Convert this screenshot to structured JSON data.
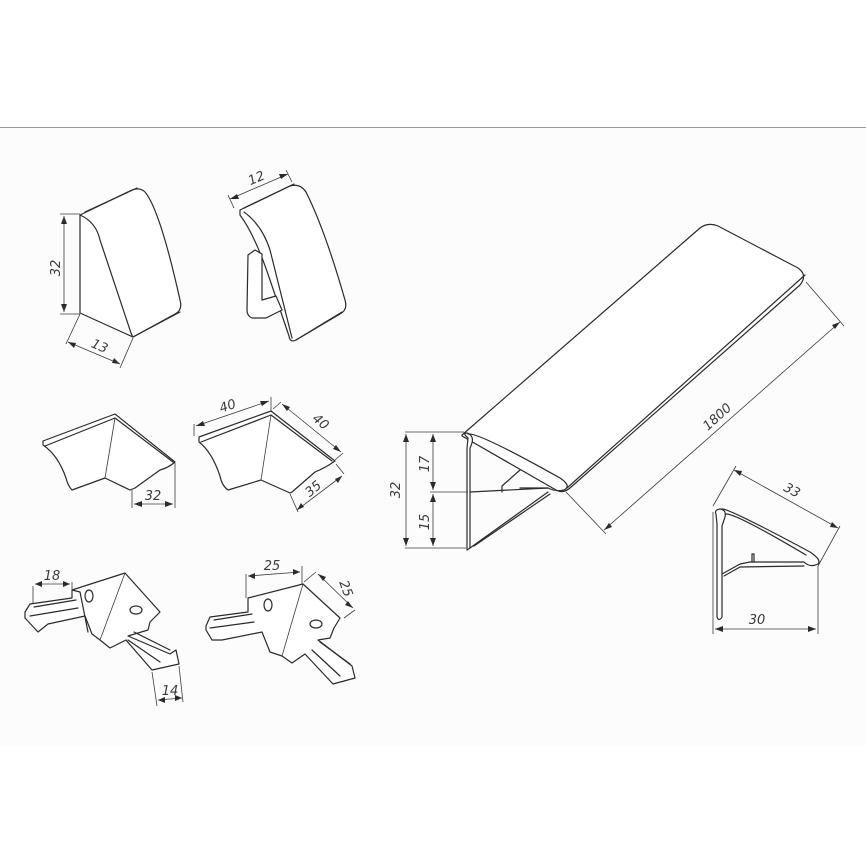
{
  "drawing": {
    "subject": "Triangular countertop edge profile with accessories",
    "colors": {
      "line": "#2a2a2a",
      "sheet": "#fcfcfc",
      "background": "#ffffff",
      "rule": "#9a9a9a"
    }
  },
  "parts": {
    "end_cap": {
      "height": "32",
      "depth": "13"
    },
    "end_cap_side": {
      "width": "12"
    },
    "inner_corner": {
      "width": "32"
    },
    "outer_corner": {
      "leg_a": "40",
      "leg_b": "40",
      "depth": "35"
    },
    "connector_inner": {
      "leg": "18",
      "width": "14"
    },
    "connector_outer": {
      "leg_a": "25",
      "leg_b": "25"
    },
    "profile": {
      "length": "1800",
      "height_total": "32",
      "height_upper": "17",
      "height_lower": "15"
    },
    "profile_section": {
      "slope": "33",
      "base": "30"
    }
  }
}
